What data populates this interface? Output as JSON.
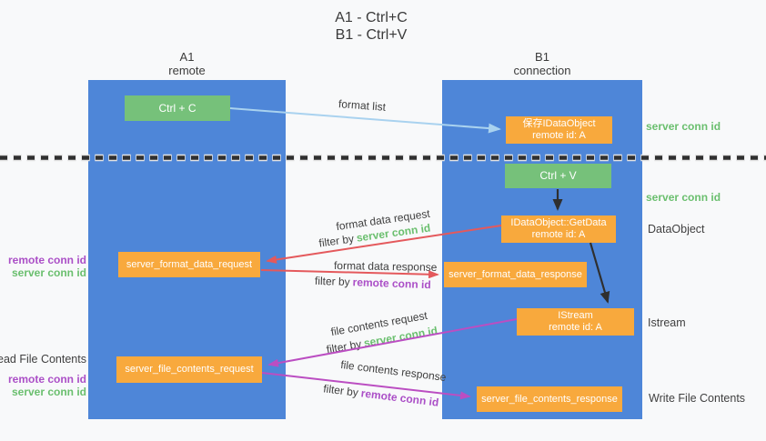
{
  "title": {
    "line1": "A1 - Ctrl+C",
    "line2": "B1 - Ctrl+V"
  },
  "columns": {
    "a": {
      "name": "A1",
      "subtitle": "remote"
    },
    "b": {
      "name": "B1",
      "subtitle": "connection"
    }
  },
  "boxes": {
    "ctrl_c": "Ctrl + C",
    "ctrl_v": "Ctrl + V",
    "save_idataobject_line1": "保存IDataObject",
    "save_idataobject_line2": "remote id: A",
    "getdata_line1": "IDataObject::GetData",
    "getdata_line2": "remote id: A",
    "istream_line1": "IStream",
    "istream_line2": "remote id: A",
    "format_request": "server_format_data_request",
    "format_response": "server_format_data_response",
    "file_request": "server_file_contents_request",
    "file_response": "server_file_contents_response"
  },
  "arrow_labels": {
    "format_list": "format list",
    "format_data_request": "format data request",
    "format_data_response": "format data response",
    "file_contents_request": "file contents request",
    "file_contents_response": "file contents response",
    "filter_by": "filter by",
    "server_conn_id": "server conn id",
    "remote_conn_id": "remote conn id"
  },
  "left_labels": {
    "remote_conn_id_top": "remote conn id",
    "server_conn_id_top": "server conn id",
    "read_file_contents": "Read File Contents",
    "remote_conn_id_bottom": "remote conn id",
    "server_conn_id_bottom": "server conn id"
  },
  "right_labels": {
    "server_conn_id_top": "server conn id",
    "server_conn_id_mid": "server conn id",
    "dataobject": "DataObject",
    "istream": "Istream",
    "write_file_contents": "Write File Contents"
  },
  "colors": {
    "column_blue": "#4e86d8",
    "box_green": "#76c17a",
    "box_orange": "#f8a93d",
    "arrow_blue": "#a9d2ef",
    "arrow_red": "#e4595c",
    "arrow_magenta": "#bb4ec2",
    "arrow_dark": "#2f2f2f",
    "text_green": "#6abf6e",
    "text_purple": "#ab4fc7",
    "text_dark": "#3f3f3f"
  }
}
